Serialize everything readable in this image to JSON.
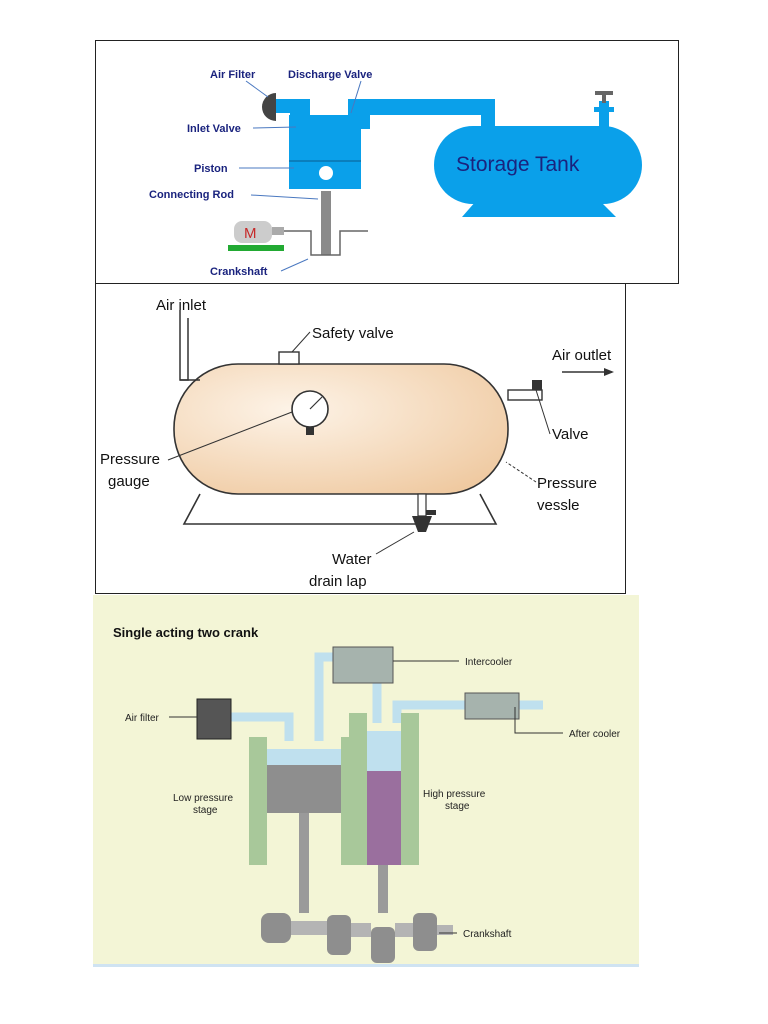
{
  "panel1": {
    "air_filter": "Air Filter",
    "discharge_valve": "Discharge Valve",
    "inlet_valve": "Inlet Valve",
    "piston": "Piston",
    "connecting_rod": "Connecting Rod",
    "crankshaft": "Crankshaft",
    "motor": "M",
    "storage_tank": "Storage Tank",
    "colors": {
      "blue": "#0aa0ea",
      "label": "#1a237e",
      "motor_base": "#22aa33"
    }
  },
  "panel2": {
    "air_inlet": "Air inlet",
    "safety_valve": "Safety valve",
    "air_outlet": "Air outlet",
    "valve": "Valve",
    "pressure_gauge_line1": "Pressure",
    "pressure_gauge_line2": "gauge",
    "pressure_vessel_line1": "Pressure",
    "pressure_vessel_line2": "vessle",
    "water_drain_line1": "Water",
    "water_drain_line2": "drain lap",
    "colors": {
      "vessel_fill": "#f5dcc0"
    }
  },
  "panel3": {
    "title": "Single acting two crank",
    "intercooler": "Intercooler",
    "air_filter": "Air filter",
    "after_cooler": "After cooler",
    "low_pressure_line1": "Low pressure",
    "low_pressure_line2": "stage",
    "high_pressure_line1": "High pressure",
    "high_pressure_line2": "stage",
    "crankshaft": "Crankshaft",
    "colors": {
      "background": "#f3f5d6",
      "cylinder": "#a8c89a",
      "pipe": "#bfe0ee",
      "hp_piston": "#9a6f9e"
    }
  }
}
